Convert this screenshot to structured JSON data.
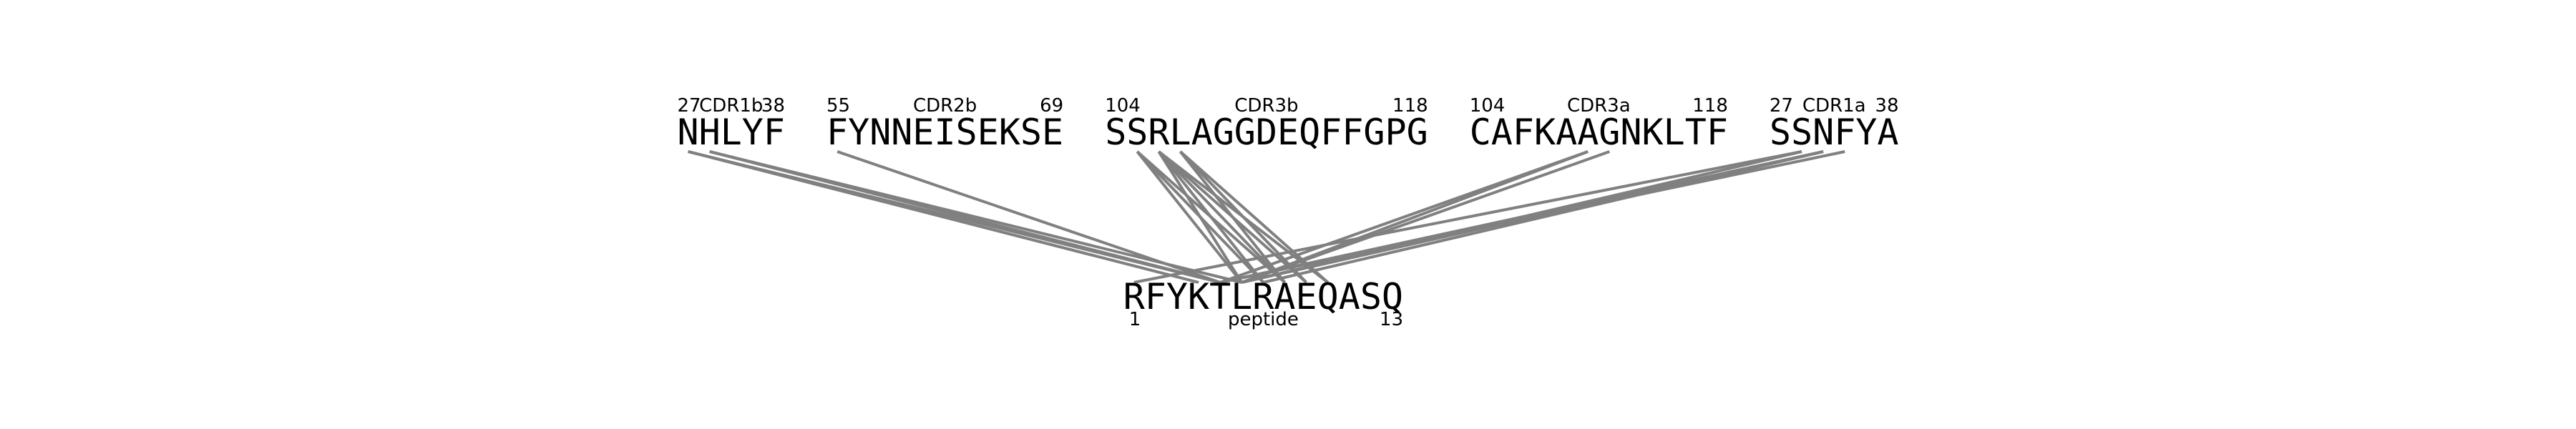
{
  "line_color": "#808080",
  "text_color": "#000000",
  "segments": [
    {
      "name": "CDR1b",
      "sequence": "NHLYF",
      "start": "27",
      "end": "38"
    },
    {
      "name": "CDR2b",
      "sequence": "FYNNEISEKSE",
      "start": "55",
      "end": "69"
    },
    {
      "name": "CDR3b",
      "sequence": "SSRLAGGDEQFFGPG",
      "start": "104",
      "end": "118"
    },
    {
      "name": "CDR3a",
      "sequence": "CAFKAAGNKLTF",
      "start": "104",
      "end": "118"
    },
    {
      "name": "CDR1a",
      "sequence": "SSNFYA",
      "start": "27",
      "end": "38"
    }
  ],
  "peptide": {
    "name": "peptide",
    "sequence": "RFYKTLRAEQASQ",
    "start": "1",
    "end": "13"
  },
  "contacts": [
    {
      "segment": "CDR1b",
      "residue": 1,
      "peptide_residue": 4
    },
    {
      "segment": "CDR1b",
      "residue": 1,
      "peptide_residue": 5
    },
    {
      "segment": "CDR1b",
      "residue": 2,
      "peptide_residue": 5
    },
    {
      "segment": "CDR1b",
      "residue": 2,
      "peptide_residue": 6
    },
    {
      "segment": "CDR2b",
      "residue": 1,
      "peptide_residue": 5
    },
    {
      "segment": "CDR3b",
      "residue": 2,
      "peptide_residue": 6
    },
    {
      "segment": "CDR3b",
      "residue": 2,
      "peptide_residue": 7
    },
    {
      "segment": "CDR3b",
      "residue": 2,
      "peptide_residue": 8
    },
    {
      "segment": "CDR3b",
      "residue": 3,
      "peptide_residue": 6
    },
    {
      "segment": "CDR3b",
      "residue": 3,
      "peptide_residue": 7
    },
    {
      "segment": "CDR3b",
      "residue": 3,
      "peptide_residue": 8
    },
    {
      "segment": "CDR3b",
      "residue": 3,
      "peptide_residue": 9
    },
    {
      "segment": "CDR3b",
      "residue": 3,
      "peptide_residue": 10
    },
    {
      "segment": "CDR3b",
      "residue": 4,
      "peptide_residue": 8
    },
    {
      "segment": "CDR3b",
      "residue": 4,
      "peptide_residue": 9
    },
    {
      "segment": "CDR3b",
      "residue": 4,
      "peptide_residue": 10
    },
    {
      "segment": "CDR3a",
      "residue": 6,
      "peptide_residue": 5
    },
    {
      "segment": "CDR3a",
      "residue": 6,
      "peptide_residue": 6
    },
    {
      "segment": "CDR3a",
      "residue": 7,
      "peptide_residue": 6
    },
    {
      "segment": "CDR1a",
      "residue": 2,
      "peptide_residue": 1
    },
    {
      "segment": "CDR1a",
      "residue": 2,
      "peptide_residue": 6
    },
    {
      "segment": "CDR1a",
      "residue": 3,
      "peptide_residue": 6
    },
    {
      "segment": "CDR1a",
      "residue": 3,
      "peptide_residue": 7
    },
    {
      "segment": "CDR1a",
      "residue": 3,
      "peptide_residue": 5
    },
    {
      "segment": "CDR1a",
      "residue": 4,
      "peptide_residue": 5
    }
  ]
}
